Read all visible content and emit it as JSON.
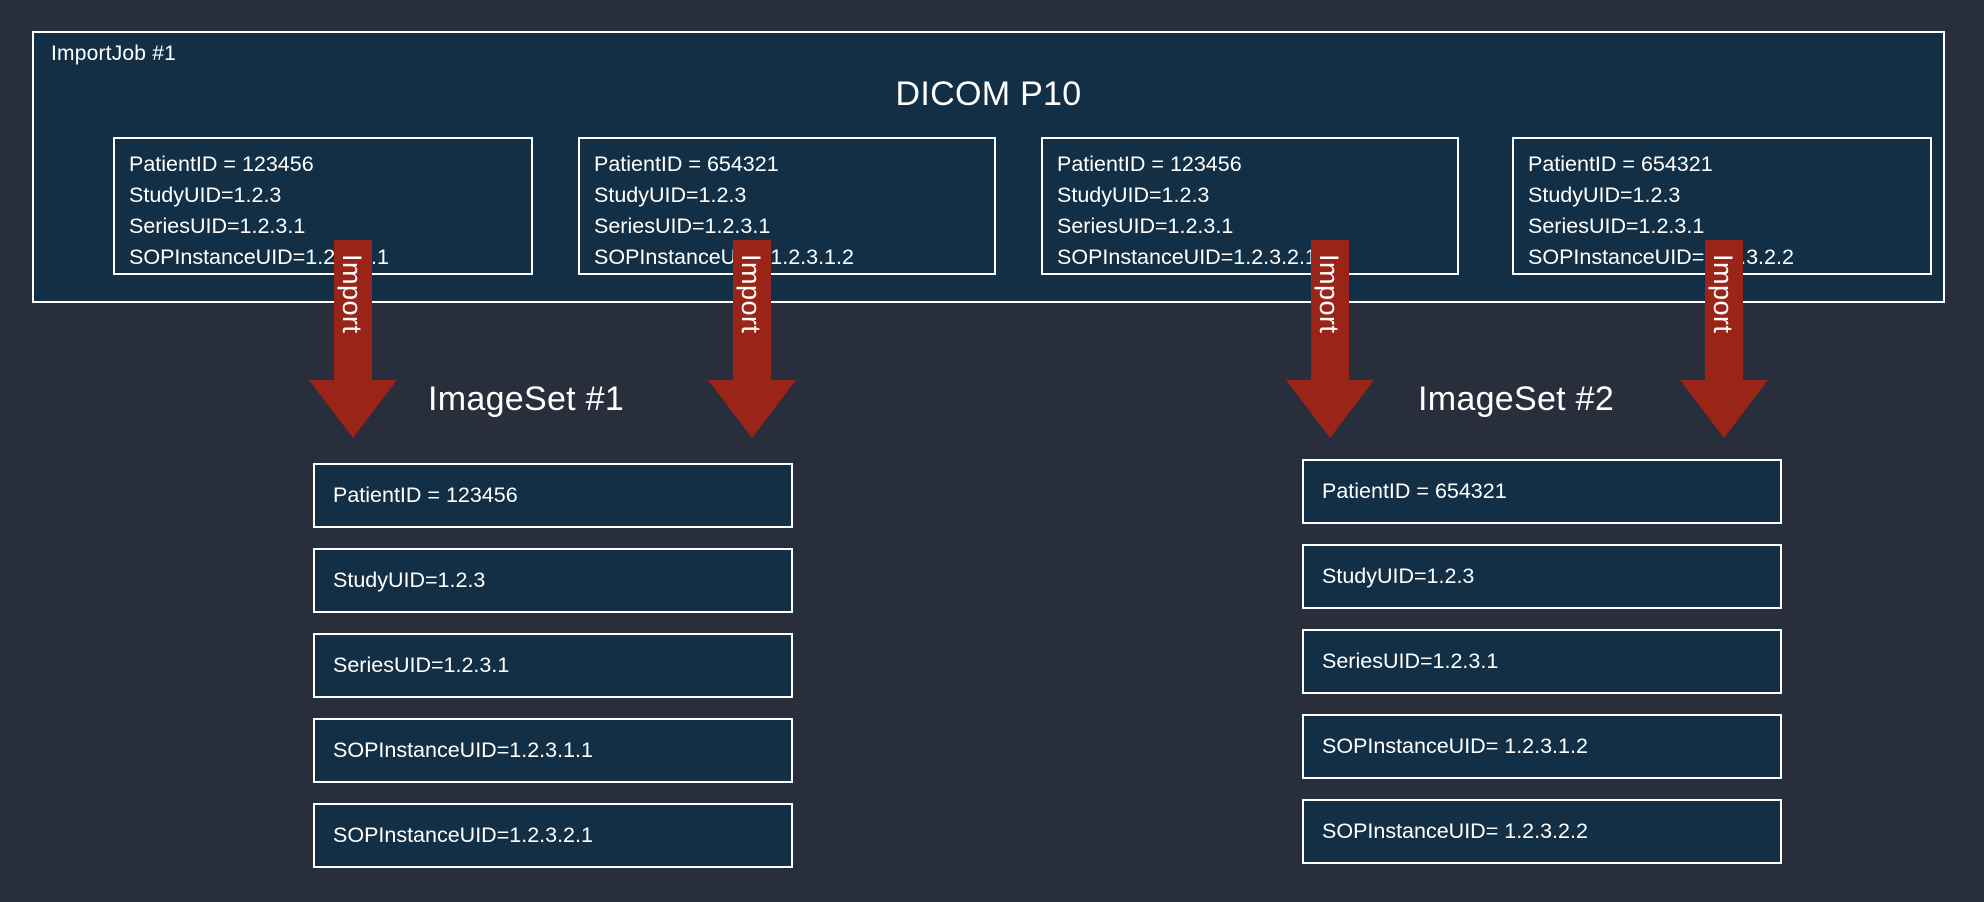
{
  "page": {
    "background_color": "#282e3b",
    "panel_fill_color": "#132f45",
    "border_color": "#ffffff",
    "arrow_color": "#9b2418",
    "text_color": "#ffffff"
  },
  "import_job": {
    "label": "ImportJob #1",
    "title": "DICOM P10",
    "instances": [
      {
        "name": "dicom-instance-1",
        "lines": [
          "PatientID = 123456",
          "StudyUID=1.2.3",
          "SeriesUID=1.2.3.1",
          "SOPInstanceUID=1.2.3.1.1"
        ]
      },
      {
        "name": "dicom-instance-2",
        "lines": [
          "PatientID = 654321",
          "StudyUID=1.2.3",
          "SeriesUID=1.2.3.1",
          "SOPInstanceUID=1.2.3.1.2"
        ]
      },
      {
        "name": "dicom-instance-3",
        "lines": [
          "PatientID = 123456",
          "StudyUID=1.2.3",
          "SeriesUID=1.2.3.1",
          "SOPInstanceUID=1.2.3.2.1"
        ]
      },
      {
        "name": "dicom-instance-4",
        "lines": [
          "PatientID = 654321",
          "StudyUID=1.2.3",
          "SeriesUID=1.2.3.1",
          "SOPInstanceUID= 1.2.3.2.2"
        ]
      }
    ]
  },
  "arrows": [
    {
      "label": "Import"
    },
    {
      "label": "Import"
    },
    {
      "label": "Import"
    },
    {
      "label": "Import"
    }
  ],
  "image_sets": [
    {
      "heading": "ImageSet #1",
      "attributes": [
        "PatientID = 123456",
        "StudyUID=1.2.3",
        "SeriesUID=1.2.3.1",
        "SOPInstanceUID=1.2.3.1.1",
        "SOPInstanceUID=1.2.3.2.1"
      ]
    },
    {
      "heading": "ImageSet #2",
      "attributes": [
        "PatientID = 654321",
        "StudyUID=1.2.3",
        "SeriesUID=1.2.3.1",
        "SOPInstanceUID= 1.2.3.1.2",
        "SOPInstanceUID= 1.2.3.2.2"
      ]
    }
  ]
}
